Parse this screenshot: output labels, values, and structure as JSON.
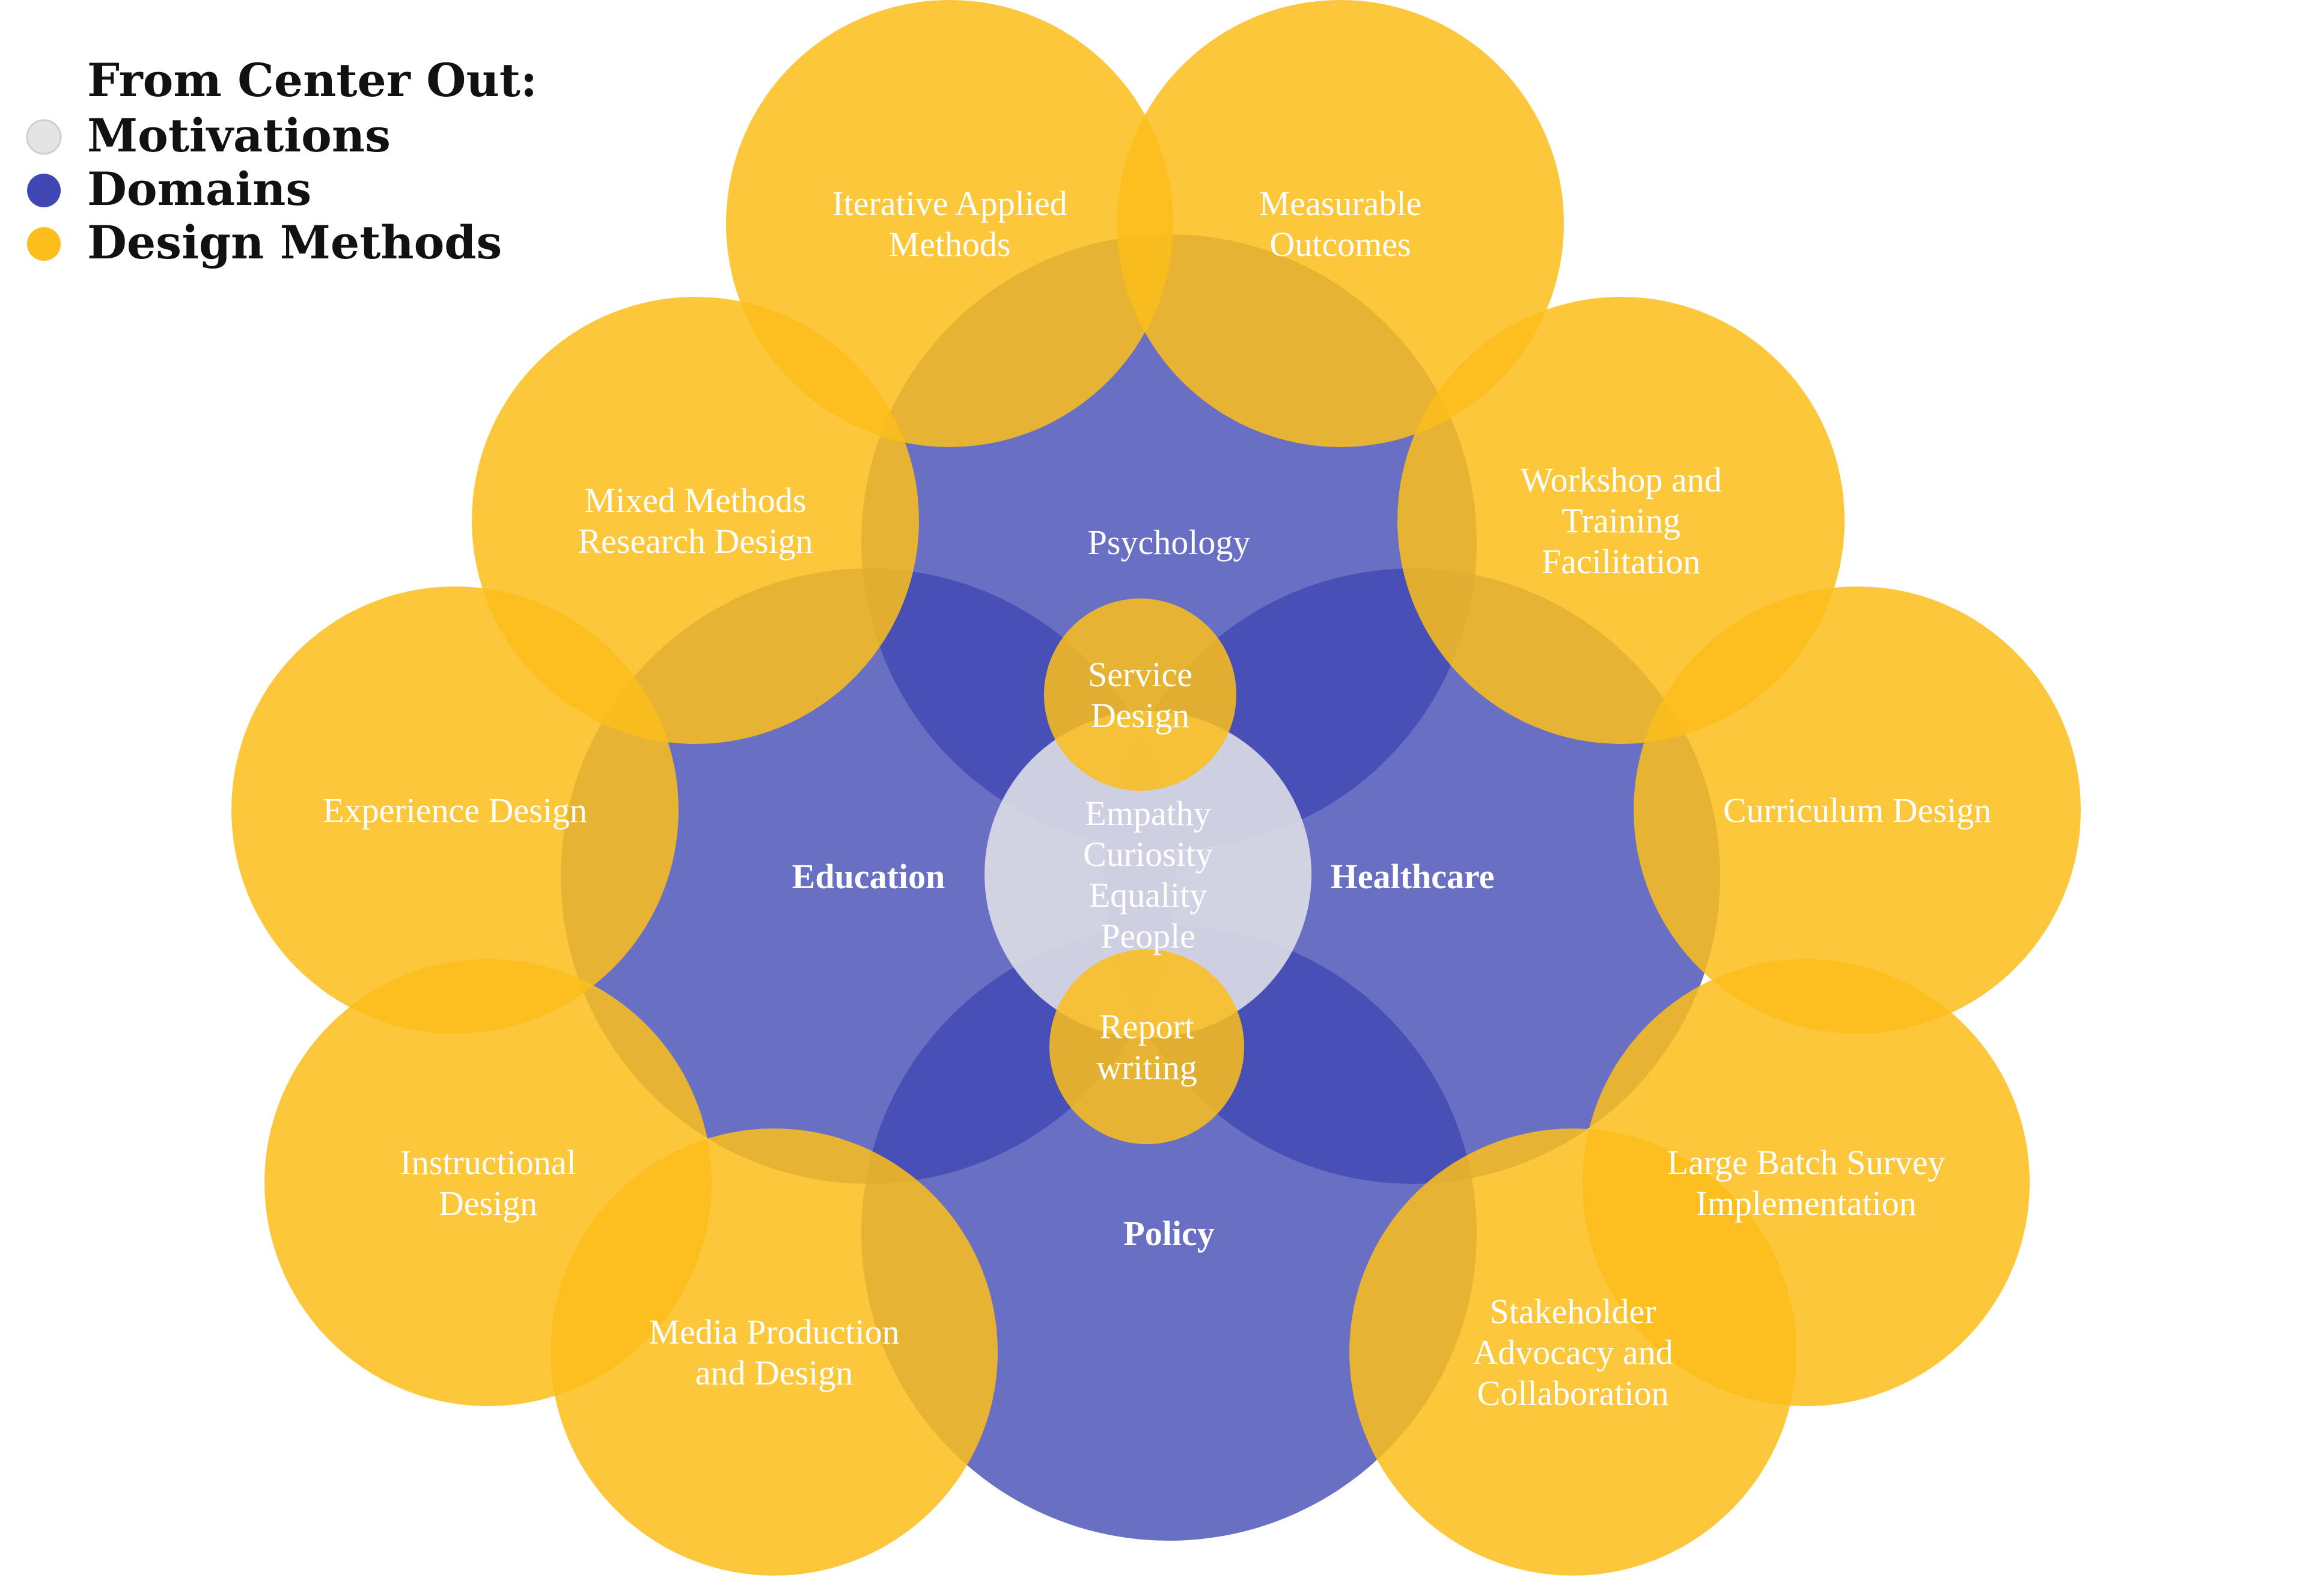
{
  "legend": {
    "title": "From Center Out:",
    "items": [
      {
        "label": "Motivations",
        "color": "#e4e4e4"
      },
      {
        "label": "Domains",
        "color": "#3f48b2"
      },
      {
        "label": "Design Methods",
        "color": "#fcbe1b"
      }
    ]
  },
  "colors": {
    "motivation": "#dadbe6",
    "domain": "#3f48b2",
    "method": "#fcbe1b"
  },
  "motivations": {
    "lines": [
      "Empathy",
      "Curiosity",
      "Equality",
      "People"
    ]
  },
  "domains": [
    {
      "id": "psychology",
      "lines": [
        "Psychology"
      ],
      "bold": false
    },
    {
      "id": "education",
      "lines": [
        "Education"
      ],
      "bold": true
    },
    {
      "id": "healthcare",
      "lines": [
        "Healthcare"
      ],
      "bold": true
    },
    {
      "id": "policy",
      "lines": [
        "Policy"
      ],
      "bold": true
    }
  ],
  "methods": [
    {
      "id": "iterative-applied-methods",
      "lines": [
        "Iterative Applied",
        "Methods"
      ]
    },
    {
      "id": "measurable-outcomes",
      "lines": [
        "Measurable",
        "Outcomes"
      ]
    },
    {
      "id": "mixed-methods-research-design",
      "lines": [
        "Mixed Methods",
        "Research Design"
      ]
    },
    {
      "id": "workshop-and-training-facilitation",
      "lines": [
        "Workshop and",
        "Training",
        "Facilitation"
      ]
    },
    {
      "id": "experience-design",
      "lines": [
        "Experience Design"
      ]
    },
    {
      "id": "curriculum-design",
      "lines": [
        "Curriculum Design"
      ]
    },
    {
      "id": "instructional-design",
      "lines": [
        "Instructional",
        "Design"
      ]
    },
    {
      "id": "large-batch-survey-implementation",
      "lines": [
        "Large Batch Survey",
        "Implementation"
      ]
    },
    {
      "id": "media-production-and-design",
      "lines": [
        "Media Production",
        "and Design"
      ]
    },
    {
      "id": "stakeholder-advocacy-and-collaboration",
      "lines": [
        "Stakeholder",
        "Advocacy and",
        "Collaboration"
      ]
    },
    {
      "id": "service-design",
      "lines": [
        "Service",
        "Design"
      ]
    },
    {
      "id": "report-writing",
      "lines": [
        "Report",
        "writing"
      ]
    }
  ]
}
